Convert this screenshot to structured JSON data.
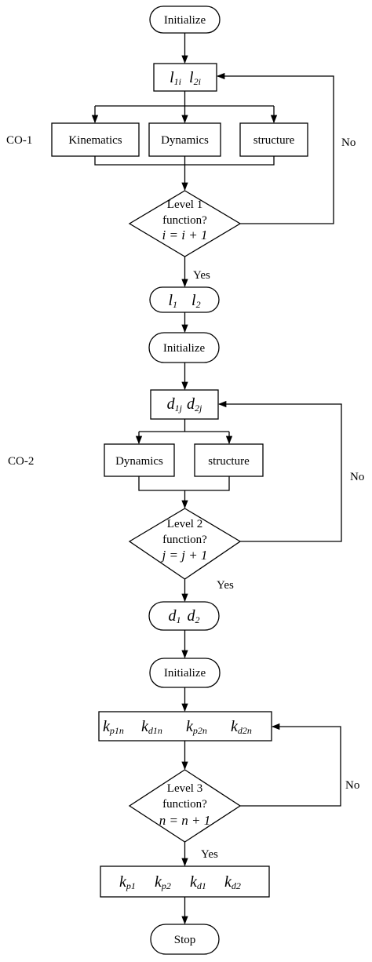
{
  "flow": {
    "init1": "Initialize",
    "l1i": "l",
    "l1i_sub": "1i",
    "l2i": "l",
    "l2i_sub": "2i",
    "co1": "CO-1",
    "kinematics": "Kinematics",
    "dynamics1": "Dynamics",
    "structure1": "structure",
    "no1": "No",
    "level1_a": "Level 1",
    "level1_b": "function?",
    "level1_c": "i = i + 1",
    "yes1": "Yes",
    "l1": "l",
    "l1_sub": "1",
    "l2": "l",
    "l2_sub": "2",
    "init2": "Initialize",
    "d1j": "d",
    "d1j_sub": "1j",
    "d2j": "d",
    "d2j_sub": "2j",
    "co2": "CO-2",
    "dynamics2": "Dynamics",
    "structure2": "structure",
    "no2": "No",
    "level2_a": "Level 2",
    "level2_b": "function?",
    "level2_c": "j = j + 1",
    "yes2": "Yes",
    "d1": "d",
    "d1_sub": "1",
    "d2": "d",
    "d2_sub": "2",
    "init3": "Initialize",
    "kp1n": "k",
    "kp1n_sub": "p1n",
    "kd1n": "k",
    "kd1n_sub": "d1n",
    "kp2n": "k",
    "kp2n_sub": "p2n",
    "kd2n": "k",
    "kd2n_sub": "d2n",
    "no3": "No",
    "level3_a": "Level 3",
    "level3_b": "function?",
    "level3_c": "n = n + 1",
    "yes3": "Yes",
    "kp1": "k",
    "kp1_sub": "p1",
    "kp2": "k",
    "kp2_sub": "p2",
    "kd1": "k",
    "kd1_sub": "d1",
    "kd2": "k",
    "kd2_sub": "d2",
    "stop": "Stop"
  }
}
